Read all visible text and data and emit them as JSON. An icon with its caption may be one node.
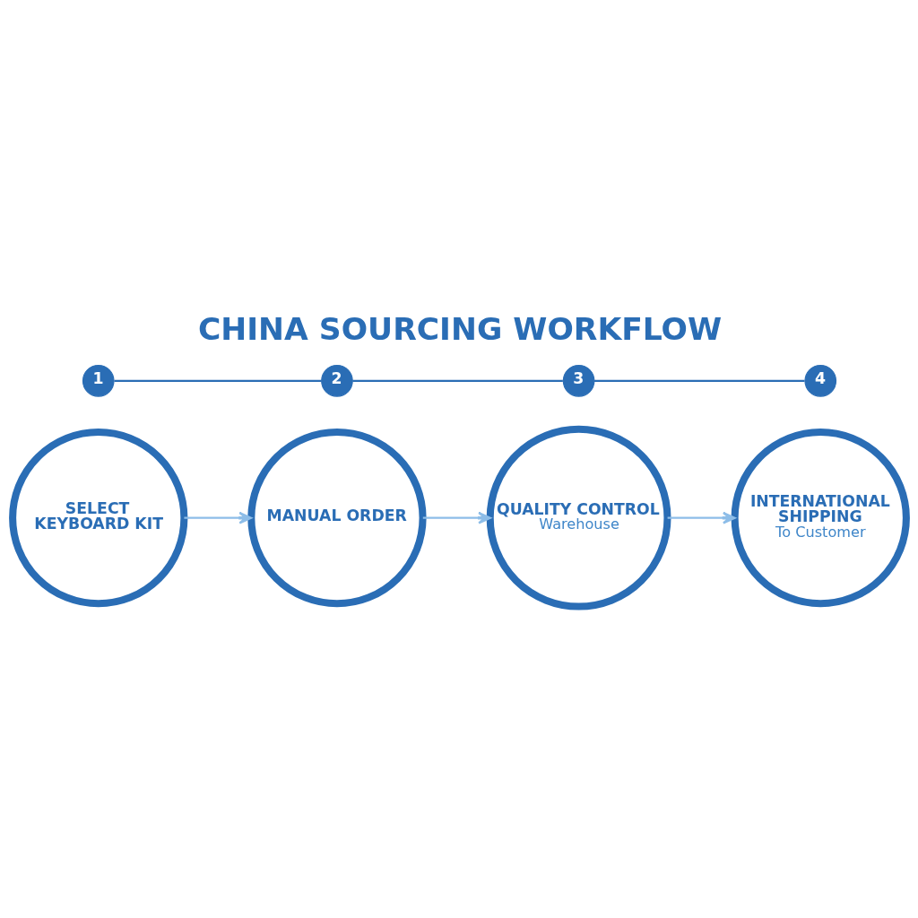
{
  "diagram": {
    "title": "CHINA SOURCING WORKFLOW",
    "nodes": [
      {
        "text": [
          "1"
        ]
      },
      {
        "text": [
          "2"
        ]
      },
      {
        "text": [
          "3"
        ]
      },
      {
        "text": [
          "4"
        ]
      },
      {
        "text": [
          "SELECT KEYBOARD KIT"
        ]
      },
      {
        "text": [
          "MANUAL ORDER"
        ]
      },
      {
        "text": [
          "QUALITY CONTROL",
          "Warehouse"
        ]
      },
      {
        "text": [
          "INTERNATIONAL SHIPPING",
          "To Customer"
        ]
      }
    ],
    "edges": [
      {
        "from": 0,
        "to": 1,
        "arrow": "none"
      },
      {
        "from": 1,
        "to": 2,
        "arrow": "none"
      },
      {
        "from": 2,
        "to": 3,
        "arrow": "none"
      },
      {
        "from": 4,
        "to": 5,
        "arrow": "to",
        "color": "#8dbde8"
      },
      {
        "from": 5,
        "to": 6,
        "arrow": "to",
        "color": "#8dbde8"
      },
      {
        "from": 6,
        "to": 7,
        "arrow": "to",
        "color": "#8dbde8"
      }
    ]
  }
}
